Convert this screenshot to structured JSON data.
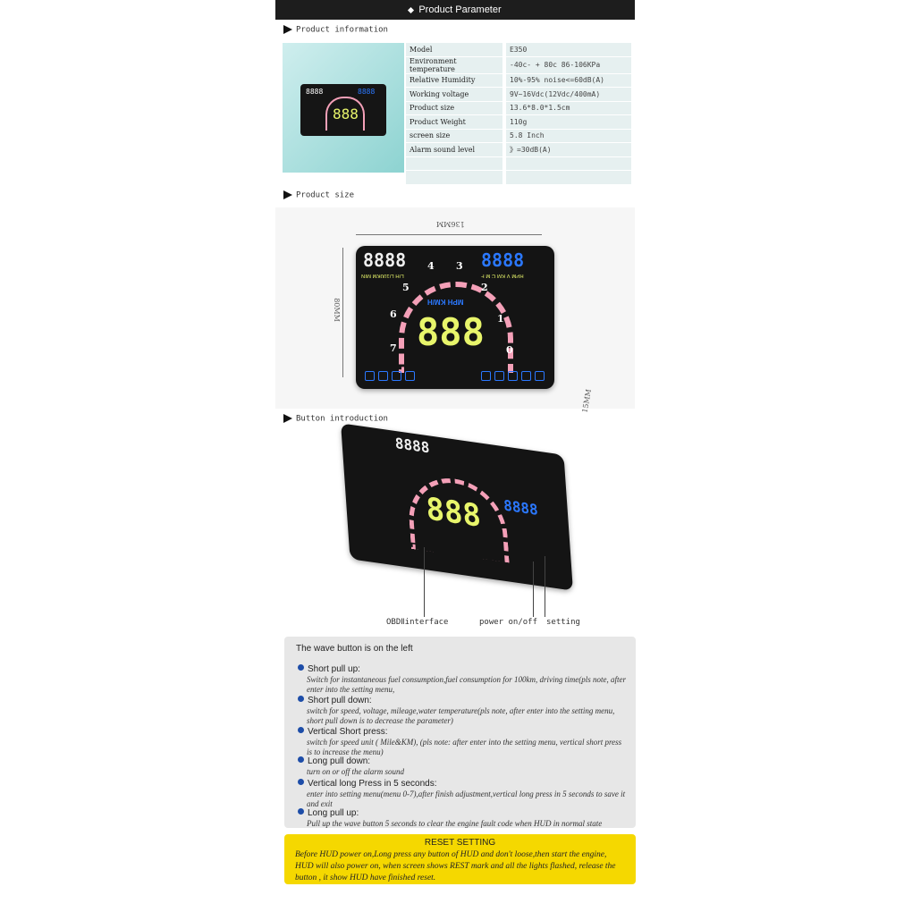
{
  "banner": {
    "title": "Product Parameter"
  },
  "sections": {
    "info": "Product information",
    "size": "Product size",
    "button": "Button introduction"
  },
  "specs": [
    {
      "k": "Model",
      "v": "E350"
    },
    {
      "k": "Environment temperature",
      "v": "-40c- + 80c  86-106KPa"
    },
    {
      "k": "Relative Humidity",
      "v": "10%-95%  noise<=60dB(A)"
    },
    {
      "k": "Working voltage",
      "v": "9V~16Vdc(12Vdc/400mA)"
    },
    {
      "k": "Product size",
      "v": "13.6*8.0*1.5cm"
    },
    {
      "k": "Product Weight",
      "v": "110g"
    },
    {
      "k": "screen size",
      "v": "5.8 Inch"
    },
    {
      "k": "Alarm sound level",
      "v": "》=30dB(A)"
    }
  ],
  "dimensions": {
    "width": "136MM",
    "height": "80MM",
    "depth": "15MM"
  },
  "hud": {
    "left_digits": "8888",
    "right_digits": "8888",
    "center_digits": "888",
    "speed_units": "MPH  KM/H",
    "left_units": "L/H  L/100KM  MIN",
    "right_units": "RPM V KM C M F",
    "ticks": [
      "0",
      "1",
      "2",
      "3",
      "4",
      "5",
      "6",
      "7"
    ]
  },
  "callouts": {
    "obd": "OBDⅡinterface",
    "power": "power on/off",
    "setting": "setting"
  },
  "wave": {
    "title": "The wave button is on the left",
    "items": [
      {
        "h": "Short pull up:",
        "t": "Switch for instantaneous fuel consumption,fuel consumption for 100km, driving time(pls note, after enter into the setting menu,"
      },
      {
        "h": "Short pull down:",
        "t": "switch for speed, voltage, mileage,water temperature(pls note, after enter into the setting menu, short pull down is to decrease the parameter)"
      },
      {
        "h": "Vertical Short press:",
        "t": "switch for speed unit ( Mile&KM), (pls note: after enter into the setting menu, vertical short press is to increase the menu)"
      },
      {
        "h": "Long pull down:",
        "t": "turn on or off the alarm sound"
      },
      {
        "h": "Vertical long Press in 5 seconds:",
        "t": "enter into setting menu(menu 0-7),after finish adjustment,vertical long press in 5 seconds to save it and exit"
      },
      {
        "h": "Long pull up:",
        "t": "Pull up the wave button 5 seconds to clear the engine fault code when HUD in normal state"
      }
    ]
  },
  "reset": {
    "title": "RESET SETTING",
    "text": "Before HUD power on,Long press any button of HUD and don't loose,then start the engine,  HUD will also  power on, when screen  shows REST  mark and all the lights flashed, release the button , it show HUD have finished reset."
  },
  "colors": {
    "accent_blue": "#2b78ff",
    "digit_green": "#e8f56b",
    "arc_pink": "#f4a0b8",
    "reset_yellow": "#f5d800"
  }
}
